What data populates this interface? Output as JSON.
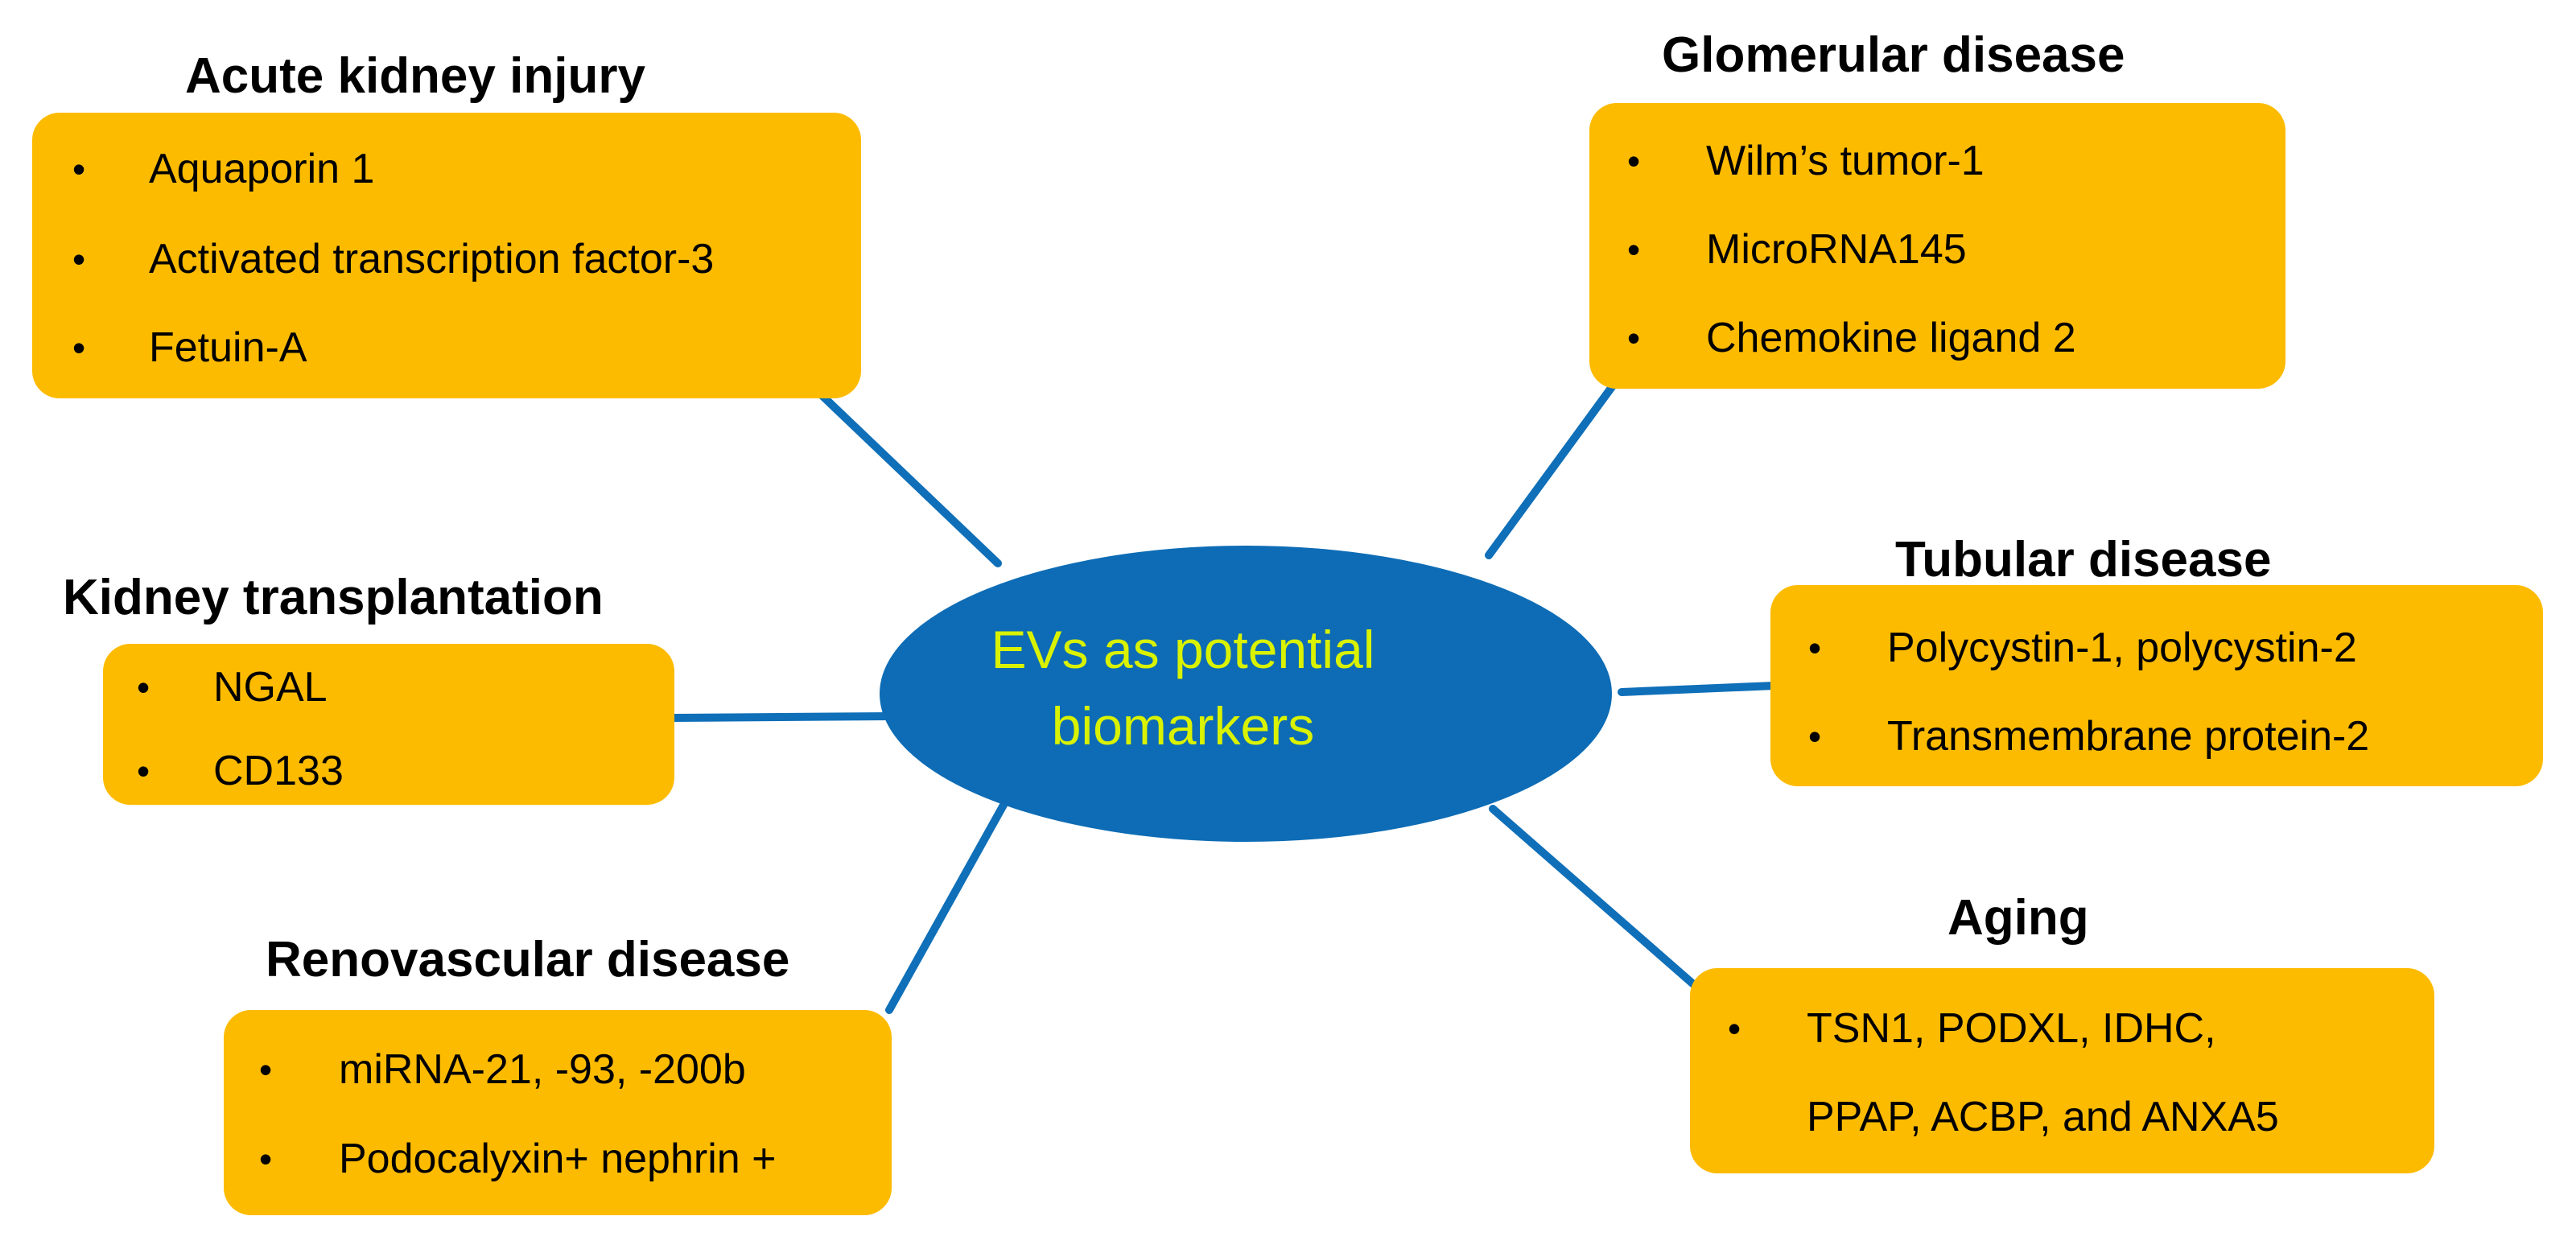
{
  "center": {
    "line1": "EVs as potential",
    "line2": "biomarkers",
    "fill_color": "#0d6cb5",
    "text_color": "#d9f200"
  },
  "box_color": "#fdbb00",
  "connector_color": "#0f6fb8",
  "groups": {
    "acute_kidney_injury": {
      "title": "Acute kidney injury",
      "items": [
        "Aquaporin 1",
        "Activated transcription factor-3",
        "Fetuin-A"
      ]
    },
    "kidney_transplantation": {
      "title": "Kidney transplantation",
      "items": [
        "NGAL",
        "CD133"
      ]
    },
    "renovascular_disease": {
      "title": "Renovascular disease",
      "items": [
        "miRNA-21, -93, -200b",
        "Podocalyxin+ nephrin +"
      ]
    },
    "glomerular_disease": {
      "title": "Glomerular disease",
      "items": [
        "Wilm’s tumor-1",
        "MicroRNA145",
        "Chemokine ligand 2"
      ]
    },
    "tubular_disease": {
      "title": "Tubular disease",
      "items": [
        "Polycystin-1, polycystin-2",
        "Transmembrane protein-2"
      ]
    },
    "aging": {
      "title": "Aging",
      "items": [
        "TSN1, PODXL, IDHC,",
        "PPAP, ACBP, and ANXA5"
      ]
    }
  }
}
